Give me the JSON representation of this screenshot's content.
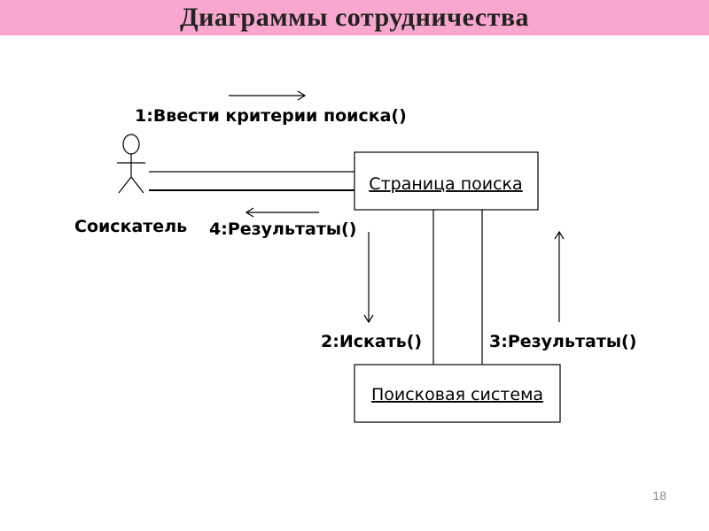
{
  "slide": {
    "title": "Диаграммы сотрудничества",
    "page_number": "18",
    "title_bar_color": "#f9a7cf"
  },
  "diagram": {
    "actor": {
      "name": "Соискатель"
    },
    "objects": {
      "search_page": "Страница поиска",
      "search_engine": "Поисковая система"
    },
    "messages": {
      "m1": "1:Ввести критерии поиска()",
      "m2": "2:Искать()",
      "m3": "3:Результаты()",
      "m4": "4:Результаты()"
    }
  }
}
